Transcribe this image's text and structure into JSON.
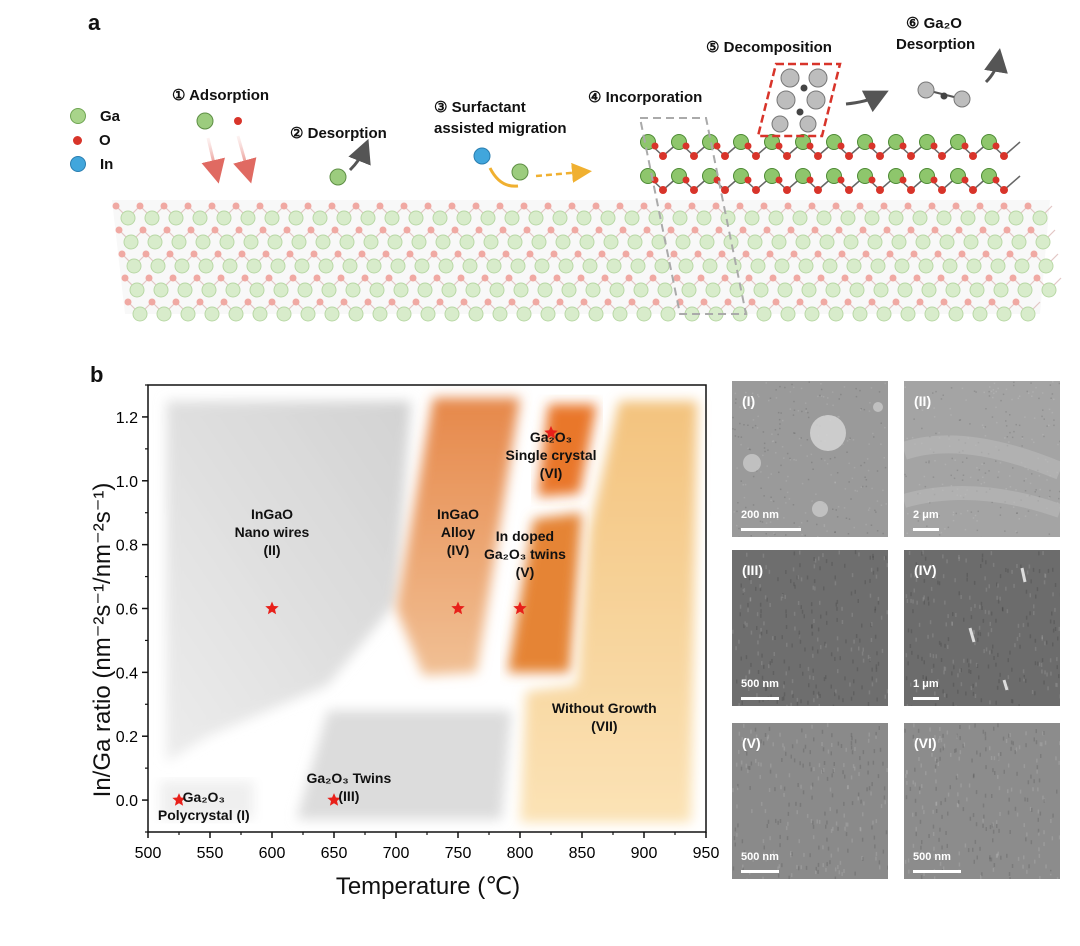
{
  "panel_a": {
    "letter": "a",
    "legend": [
      {
        "label": "Ga",
        "color": "#a8d48a"
      },
      {
        "label": "O",
        "color": "#d8342a"
      },
      {
        "label": "In",
        "color": "#41a6dc"
      }
    ],
    "steps": [
      {
        "num": "①",
        "text": "Adsorption"
      },
      {
        "num": "②",
        "text": "Desorption"
      },
      {
        "num": "③",
        "text": "Surfactant"
      },
      {
        "num": "",
        "text": "assisted migration"
      },
      {
        "num": "④",
        "text": "Incorporation"
      },
      {
        "num": "⑤",
        "text": "Decomposition"
      },
      {
        "num": "⑥",
        "text": "Ga₂O"
      },
      {
        "num": "",
        "text": "Desorption"
      }
    ]
  },
  "panel_b": {
    "letter": "b",
    "xlabel": "Temperature (℃)",
    "ylabel": "In/Ga ratio (nm⁻²s⁻¹/nm⁻²s⁻¹)"
  },
  "chart_data": {
    "type": "scatter",
    "title": "",
    "xlabel": "Temperature (℃)",
    "ylabel": "In/Ga ratio (nm⁻²s⁻¹/nm⁻²s⁻¹)",
    "xlim": [
      500,
      950
    ],
    "ylim": [
      -0.1,
      1.3
    ],
    "xticks": [
      500,
      550,
      600,
      650,
      700,
      750,
      800,
      850,
      900,
      950
    ],
    "yticks": [
      0.0,
      0.2,
      0.4,
      0.6,
      0.8,
      1.0,
      1.2
    ],
    "marker_color": "#e8201a",
    "points": [
      {
        "x": 525,
        "y": 0.0
      },
      {
        "x": 600,
        "y": 0.6
      },
      {
        "x": 650,
        "y": 0.0
      },
      {
        "x": 750,
        "y": 0.6
      },
      {
        "x": 800,
        "y": 0.6
      },
      {
        "x": 825,
        "y": 1.15
      }
    ],
    "regions": [
      {
        "lines": [
          "InGaO",
          "Nano wires",
          "(II)"
        ],
        "x": 600,
        "y": 0.84,
        "color": "#c9c9c9"
      },
      {
        "lines": [
          "InGaO",
          "Alloy",
          "(IV)"
        ],
        "x": 750,
        "y": 0.84,
        "color": "#e49a5c"
      },
      {
        "lines": [
          "In doped",
          "Ga₂O₃ twins",
          "(V)"
        ],
        "x": 804,
        "y": 0.77,
        "color": "#e87f2e"
      },
      {
        "lines": [
          "Ga₂O₃",
          "Single crystal",
          "(VI)"
        ],
        "x": 825,
        "y": 1.08,
        "color": "#e8752a"
      },
      {
        "lines": [
          "Without Growth",
          "(VII)"
        ],
        "x": 868,
        "y": 0.26,
        "color": "#f5c98a"
      },
      {
        "lines": [
          "Ga₂O₃ Twins",
          "(III)"
        ],
        "x": 662,
        "y": 0.04,
        "color": "#d4d4d4"
      },
      {
        "lines": [
          "Ga₂O₃",
          "Polycrystal (I)"
        ],
        "x": 545,
        "y": -0.02,
        "color": "#ededed"
      }
    ]
  },
  "sem_images": [
    {
      "label": "(I)",
      "scale": "200 nm",
      "tone": "#9a9a9a"
    },
    {
      "label": "(II)",
      "scale": "2 μm",
      "tone": "#a4a4a4"
    },
    {
      "label": "(III)",
      "scale": "500 nm",
      "tone": "#6e6e6e"
    },
    {
      "label": "(IV)",
      "scale": "1 μm",
      "tone": "#6c6c6c"
    },
    {
      "label": "(V)",
      "scale": "500 nm",
      "tone": "#8a8a8a"
    },
    {
      "label": "(VI)",
      "scale": "500 nm",
      "tone": "#8c8c8c"
    }
  ]
}
